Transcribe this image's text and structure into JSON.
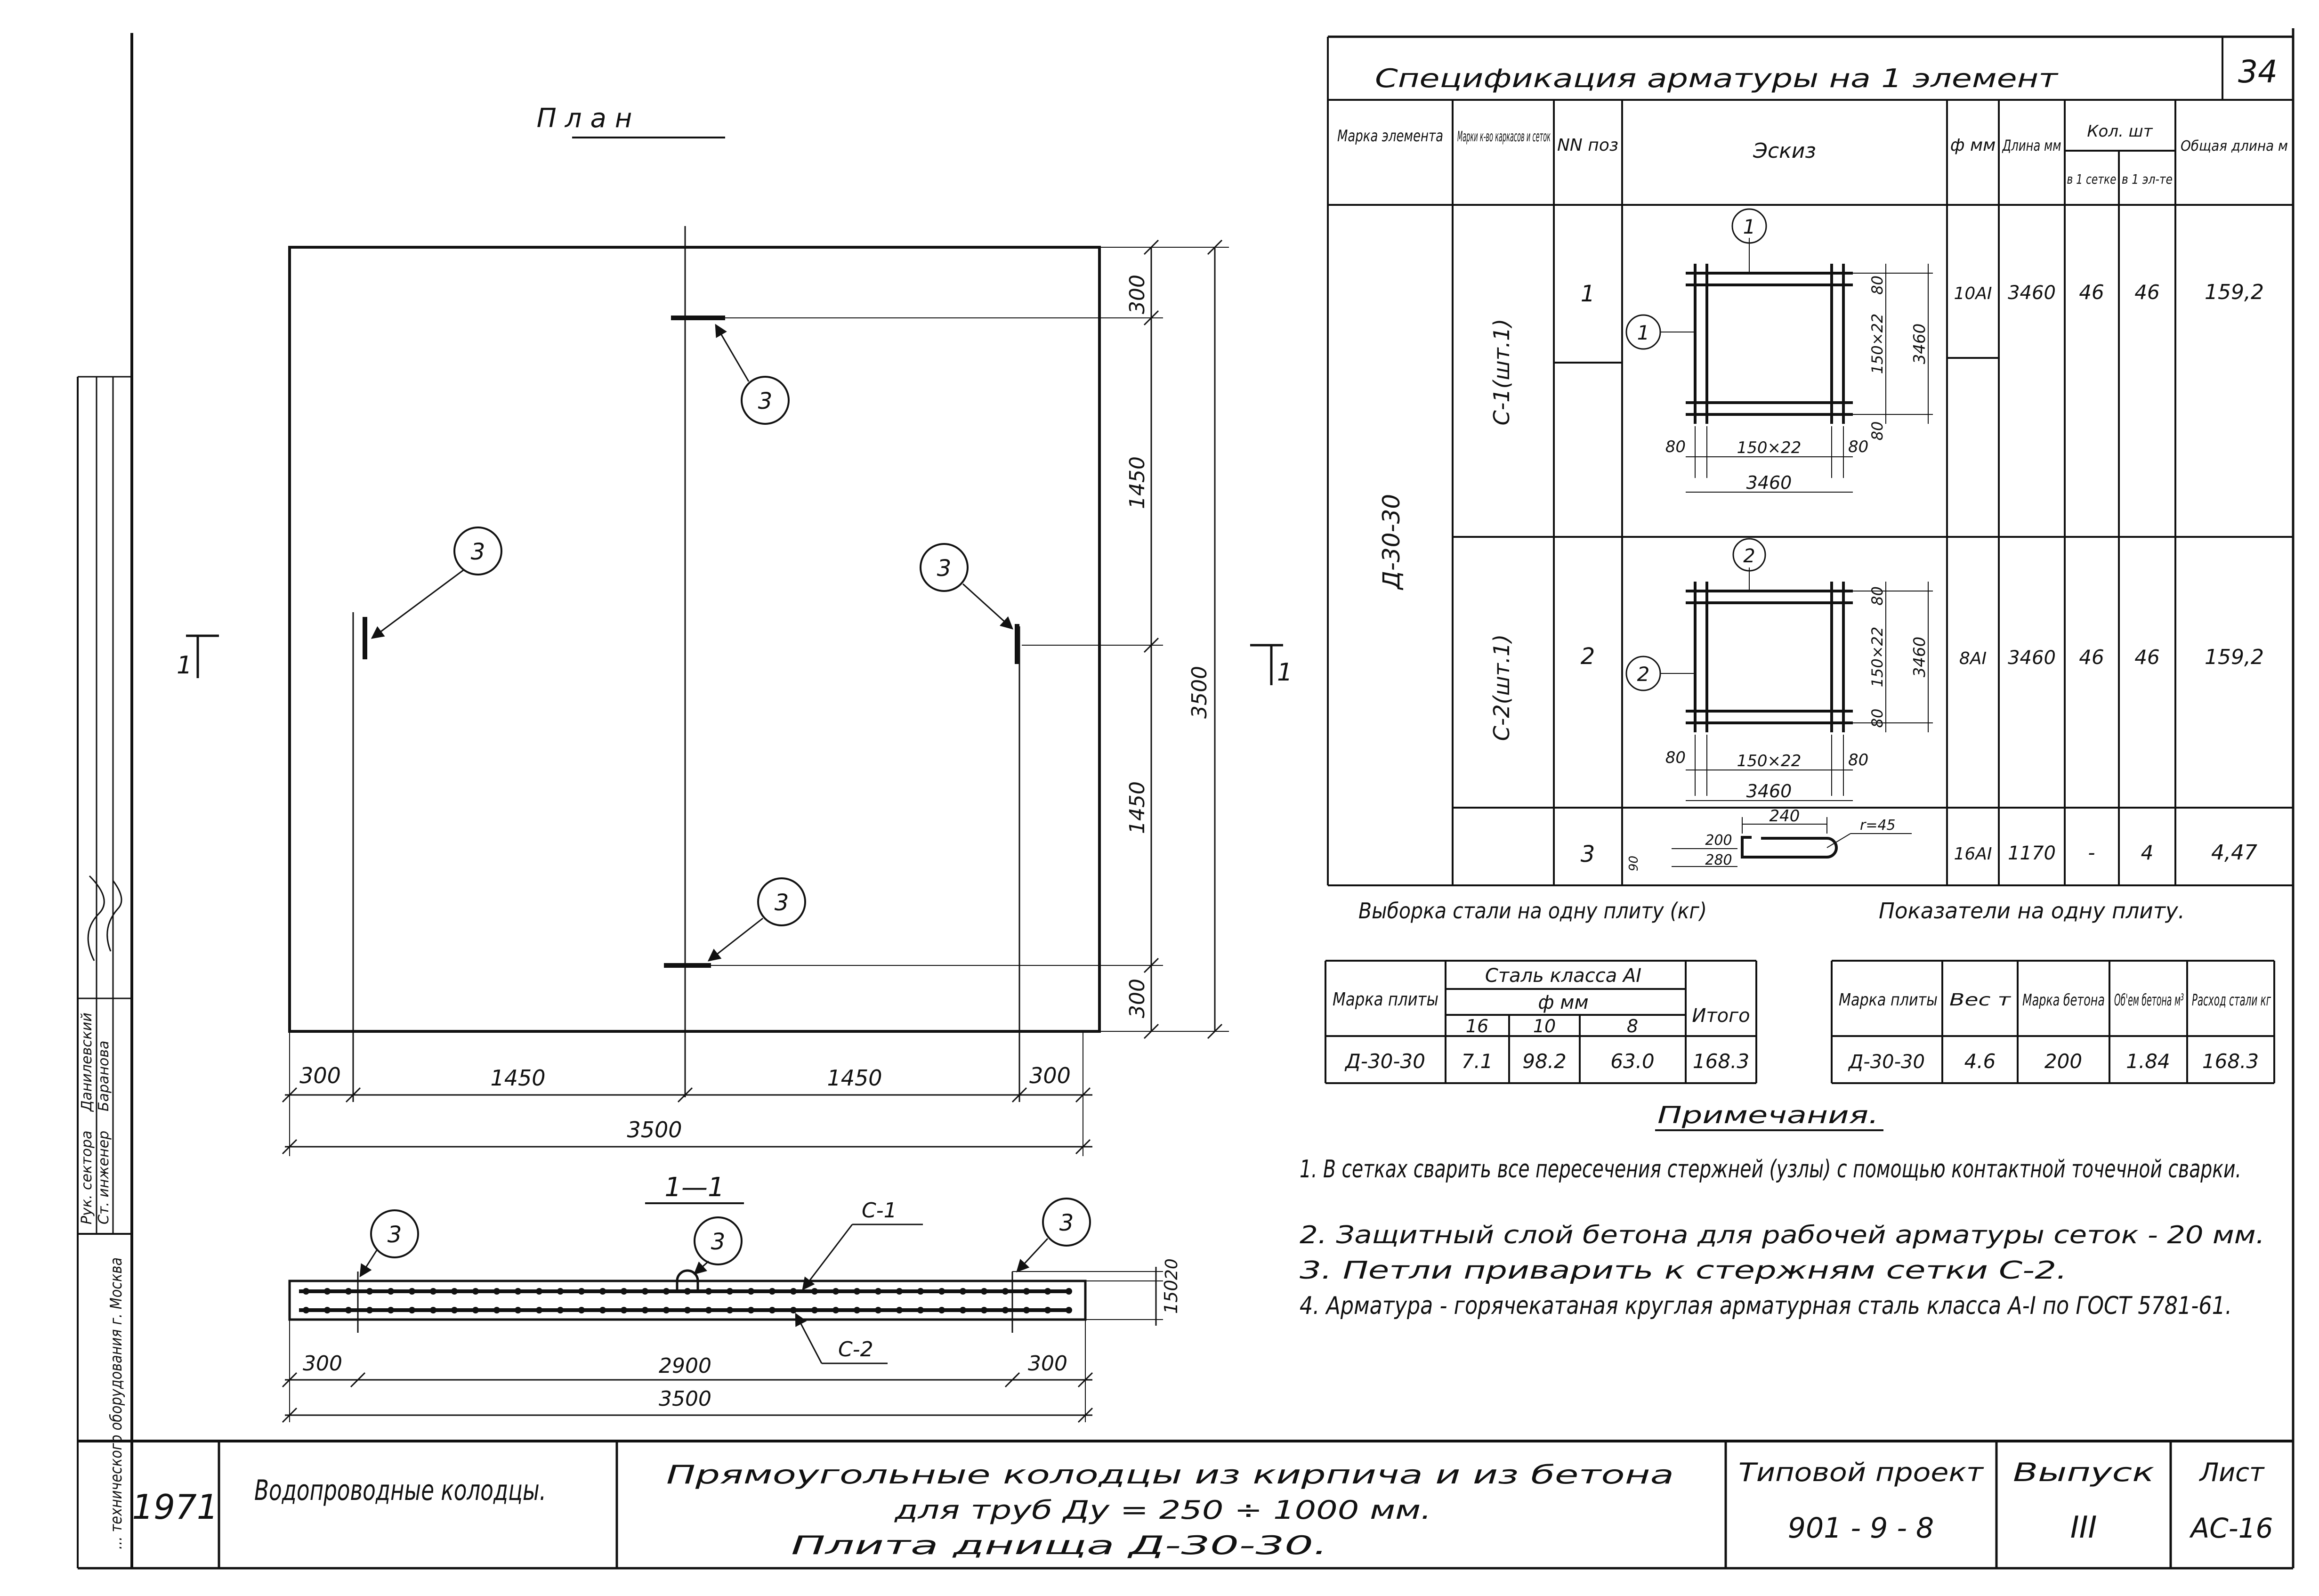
{
  "sheet_number": "34",
  "plan": {
    "title": "План",
    "dims_right": [
      "300",
      "1450",
      "1450",
      "300"
    ],
    "dim_right_total": "3500",
    "dims_bottom": [
      "300",
      "1450",
      "1450",
      "300"
    ],
    "dim_bottom_total": "3500",
    "callout": "3",
    "section_mark": "1"
  },
  "section": {
    "title": "1—1",
    "label_c1": "С-1",
    "label_c2": "С-2",
    "callout": "3",
    "dims_bottom": [
      "300",
      "2900",
      "300"
    ],
    "dim_total": "3500",
    "dim_height": "150",
    "dim_cover": "20"
  },
  "spec": {
    "title": "Спецификация арматуры на 1 элемент",
    "headers": {
      "element": "Марка элемента",
      "frame": "Марки к-во каркасов и сеток",
      "pos": "NN поз",
      "sketch": "Эскиз",
      "dia": "ф мм",
      "length": "Длина мм",
      "qty": "Кол. шт",
      "qty_mesh": "в 1 сетке",
      "qty_elem": "в 1 эл-те",
      "total": "Общая длина м"
    },
    "element_mark": "Д-30-30",
    "rows": [
      {
        "frame": "С-1(шт.1)",
        "pos": "1",
        "dia": "10АI",
        "length": "3460",
        "qty_mesh": "46",
        "qty_elem": "46",
        "total": "159,2",
        "sketch": {
          "bubble": "1",
          "spacing": "150×22",
          "edge": "80",
          "size": "3460"
        }
      },
      {
        "frame": "С-2(шт.1)",
        "pos": "2",
        "dia": "8АI",
        "length": "3460",
        "qty_mesh": "46",
        "qty_elem": "46",
        "total": "159,2",
        "sketch": {
          "bubble": "2",
          "spacing": "150×22",
          "edge": "80",
          "size": "3460"
        }
      },
      {
        "frame": "",
        "pos": "3",
        "dia": "16АI",
        "length": "1170",
        "qty_mesh": "-",
        "qty_elem": "4",
        "total": "4,47",
        "sketch": {
          "top": "240",
          "left_a": "200",
          "left_b": "280",
          "height": "90",
          "radius": "r=45"
        }
      }
    ]
  },
  "steel": {
    "title": "Выборка стали на одну плиту (кг)",
    "h_mark": "Марка плиты",
    "h_class": "Сталь класса АI",
    "h_dia": "ф мм",
    "diameters": [
      "16",
      "10",
      "8"
    ],
    "h_total": "Итого",
    "row": [
      "Д-30-30",
      "7.1",
      "98.2",
      "63.0",
      "168.3"
    ]
  },
  "indices": {
    "title": "Показатели на одну плиту.",
    "headers": [
      "Марка плиты",
      "Вес т",
      "Марка бетона",
      "Об'ем бетона м³",
      "Расход стали кг"
    ],
    "row": [
      "Д-30-30",
      "4.6",
      "200",
      "1.84",
      "168.3"
    ]
  },
  "notes": {
    "title": "Примечания.",
    "items": [
      "1. В сетках сварить все пересечения стержней (узлы) с помощью контактной точечной сварки.",
      "2. Защитный слой бетона для рабочей арматуры сеток - 20 мм.",
      "3. Петли приварить к стержням сетки С-2.",
      "4. Арматура - горячекатаная круглая арматурная сталь класса А-I по ГОСТ 5781-61."
    ]
  },
  "titleblock": {
    "year": "1971",
    "category": "Водопроводные колодцы.",
    "title_line1": "Прямоугольные колодцы из кирпича и из бетона",
    "title_line2": "для труб Ду = 250 ÷ 1000 мм.",
    "title_line3": "Плита днища Д-30-30.",
    "project_label": "Типовой проект",
    "project_code": "901 - 9 - 8",
    "issue_label": "Выпуск",
    "issue_value": "III",
    "sheet_label": "Лист",
    "sheet_value": "АС-16"
  },
  "left_strip": {
    "org": "... технического оборудования г. Москва",
    "roles": [
      "Рук. сектора",
      "Ст. инженер"
    ],
    "names": [
      "Данилевский",
      "Баранова"
    ]
  }
}
